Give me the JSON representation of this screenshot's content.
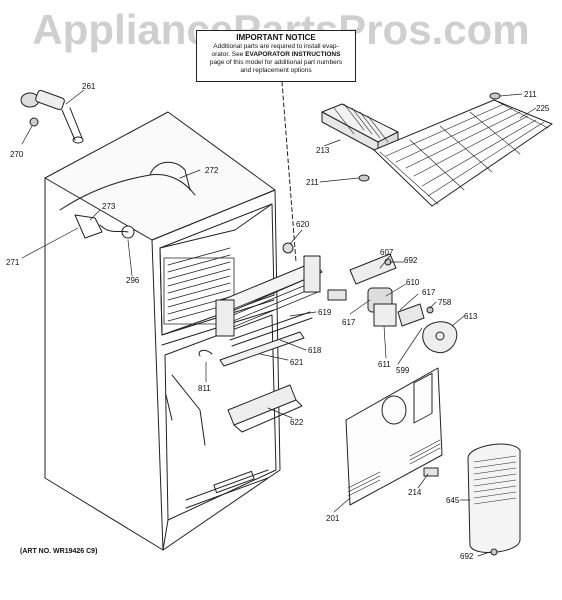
{
  "watermark": "AppliancePartsPros.com",
  "notice": {
    "title": "IMPORTANT NOTICE",
    "line1": "Additional parts are required to install evap-",
    "line2_pre": "orator. See ",
    "line2_bold": "EVAPORATOR INSTRUCTIONS",
    "line3": "page of this model for additional part numbers",
    "line4": "and replacement options"
  },
  "art_no": "(ART NO. WR19426 C9)",
  "callouts": {
    "p261": "261",
    "p270": "270",
    "p272": "272",
    "p273": "273",
    "p271": "271",
    "p296": "296",
    "p620": "620",
    "p619": "619",
    "p618": "618",
    "p621": "621",
    "p811": "811",
    "p622": "622",
    "p213": "213",
    "p211a": "211",
    "p211b": "211",
    "p225": "225",
    "p607": "607",
    "p692a": "692",
    "p610": "610",
    "p617a": "617",
    "p617b": "617",
    "p758": "758",
    "p613": "613",
    "p611": "611",
    "p599": "599",
    "p201": "201",
    "p214": "214",
    "p645": "645",
    "p692b": "692"
  }
}
